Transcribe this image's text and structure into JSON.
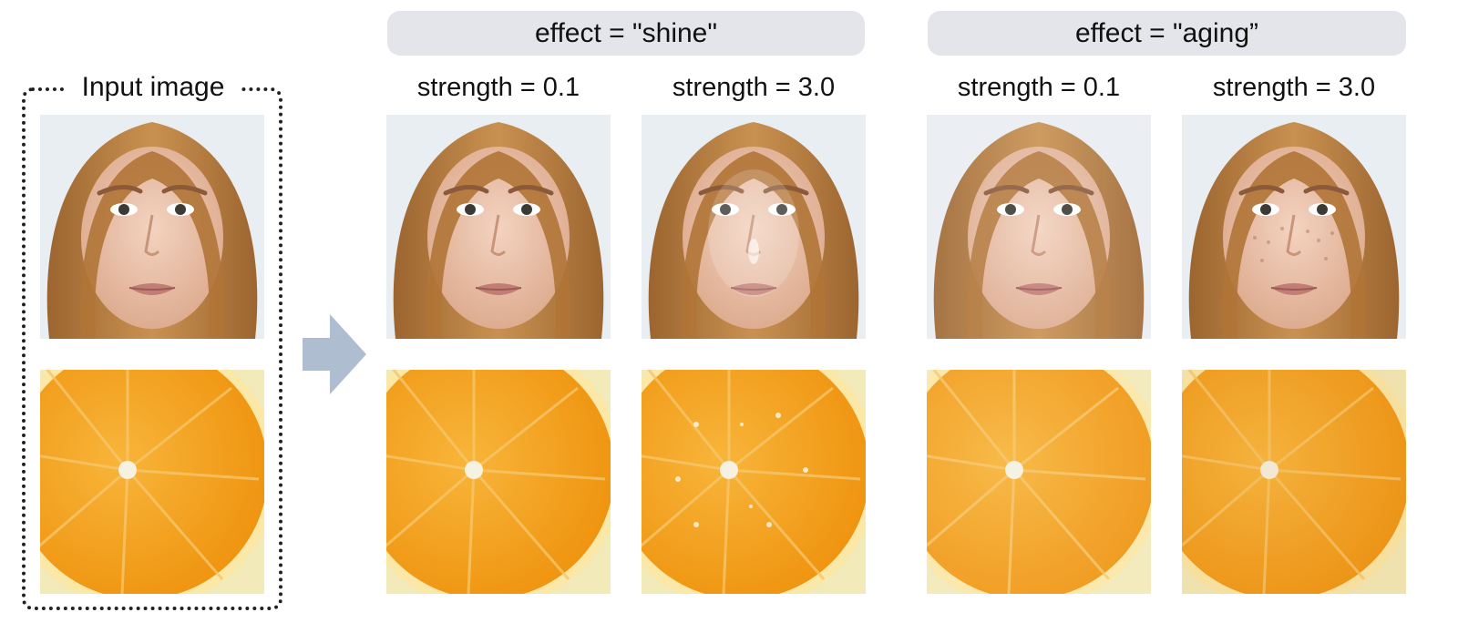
{
  "input": {
    "title": "Input image"
  },
  "groups": [
    {
      "effect_label": "effect = \"shine\"",
      "columns": [
        "strength = 0.1",
        "strength = 3.0"
      ]
    },
    {
      "effect_label": "effect = \"aging”",
      "columns": [
        "strength = 0.1",
        "strength = 3.0"
      ]
    }
  ],
  "images": [
    {
      "row": "face",
      "icon": "portrait-face-image"
    },
    {
      "row": "orange",
      "icon": "orange-slice-image"
    }
  ],
  "colors": {
    "banner_bg": "#e3e5ea",
    "arrow": "#aebdd0",
    "orange": "#f3a21d",
    "hair": "#b97d3a",
    "skin": "#edc4ad"
  }
}
